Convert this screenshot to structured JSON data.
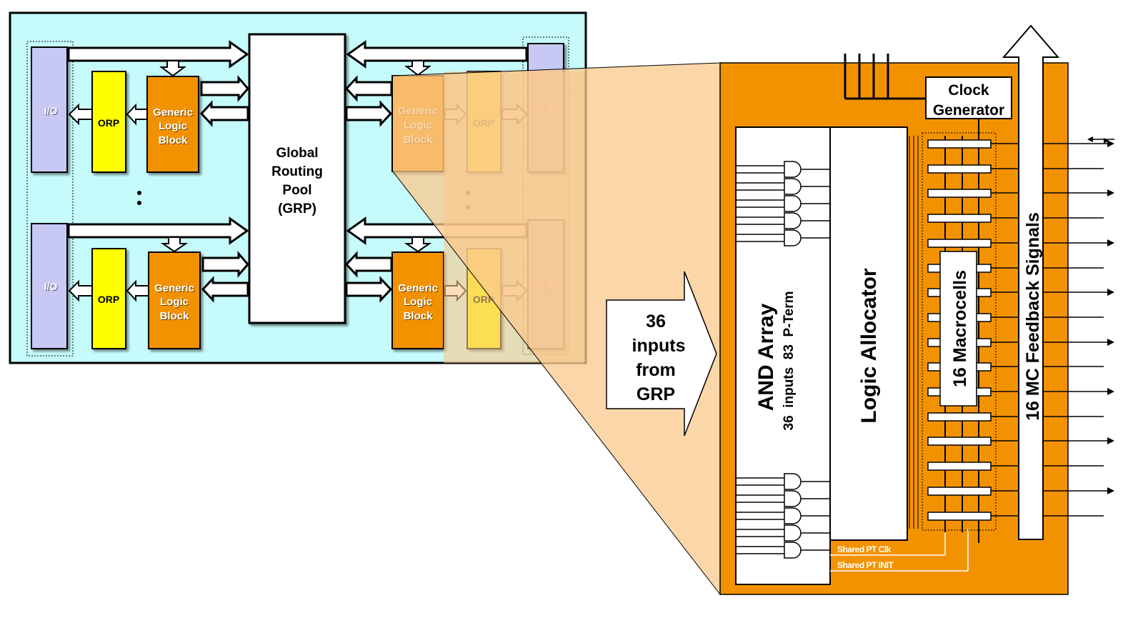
{
  "colors": {
    "panel_bg": "#c6fbfb",
    "io_block": "#c8c8f5",
    "orp_block": "#ffff00",
    "glb_block": "#f39200",
    "zoom_overlay": "#fac88c",
    "detail_bg": "#f39200",
    "white": "#ffffff",
    "black": "#000000"
  },
  "left_panel": {
    "io_label": "I/O",
    "orp_label": "ORP",
    "glb_label_line1": "Generic",
    "glb_label_line2": "Logic",
    "glb_label_line3": "Block",
    "grp_line1": "Global",
    "grp_line2": "Routing",
    "grp_line3": "Pool",
    "grp_line4": "(GRP)"
  },
  "inputs_arrow": {
    "line1": "36",
    "line2": "inputs",
    "line3": "from",
    "line4": "GRP"
  },
  "detail": {
    "and_array_title": "AND Array",
    "and_array_subtitle": "36  inputs  83  P-Term",
    "logic_allocator": "Logic Allocator",
    "clock_line1": "Clock",
    "clock_line2": "Generator",
    "macrocells": "16 Macrocells",
    "feedback": "16 MC Feedback Signals",
    "shared_clk": "Shared PT Clk",
    "shared_init": "Shared PT INIT"
  }
}
